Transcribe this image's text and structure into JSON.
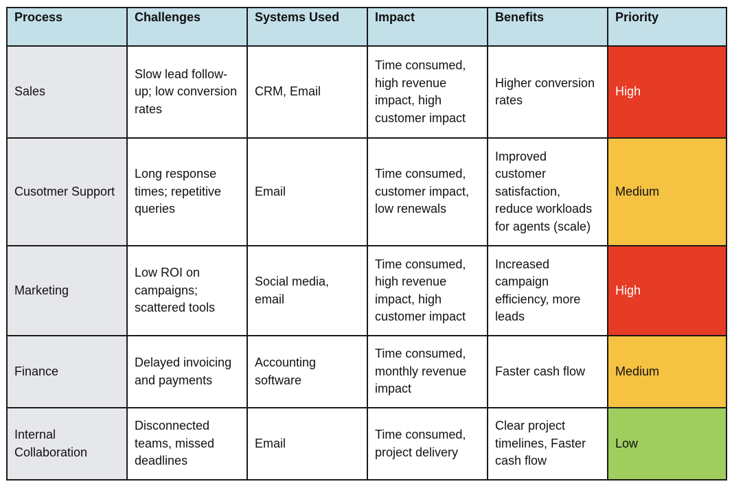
{
  "headers": [
    "Process",
    "Challenges",
    "Systems Used",
    "Impact",
    "Benefits",
    "Priority"
  ],
  "rows": [
    {
      "process": "Sales",
      "challenges": "Slow lead follow-up; low conversion rates",
      "systems": "CRM, Email",
      "impact": "Time consumed, high revenue impact, high customer impact",
      "benefits": "Higher conversion rates",
      "priority": "High"
    },
    {
      "process": "Cusotmer Support",
      "challenges": "Long response times; repetitive queries",
      "systems": "Email",
      "impact": "Time consumed, customer impact, low renewals",
      "benefits": "Improved customer satisfaction, reduce workloads for agents (scale)",
      "priority": "Medium"
    },
    {
      "process": "Marketing",
      "challenges": "Low ROI on campaigns; scattered tools",
      "systems": "Social media, email",
      "impact": "Time consumed, high revenue impact, high customer impact",
      "benefits": "Increased campaign efficiency, more leads",
      "priority": "High"
    },
    {
      "process": "Finance",
      "challenges": "Delayed invoicing and payments",
      "systems": "Accounting software",
      "impact": "Time consumed, monthly revenue impact",
      "benefits": "Faster cash flow",
      "priority": "Medium"
    },
    {
      "process": "Internal Collaboration",
      "challenges": "Disconnected teams, missed deadlines",
      "systems": "Email",
      "impact": "Time consumed, project delivery",
      "benefits": "Clear project timelines, Faster cash flow",
      "priority": "Low"
    }
  ],
  "priority_colors": {
    "High": "#e63b25",
    "Medium": "#f5c242",
    "Low": "#9fce5e"
  },
  "header_color": "#c3dfe8",
  "process_column_color": "#e6e7eb"
}
